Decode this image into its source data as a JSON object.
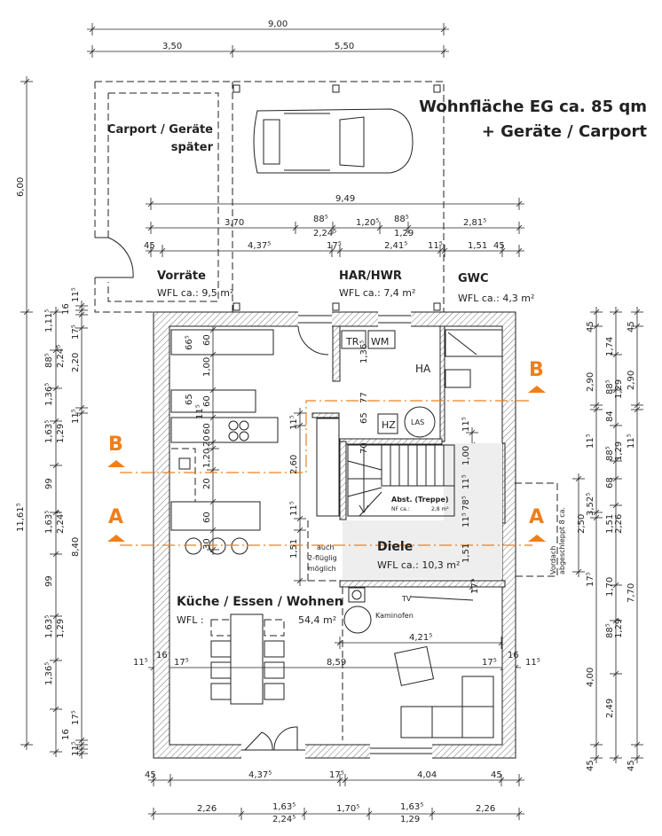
{
  "title": {
    "line1": "Wohnfläche EG ca. 85 qm",
    "line2": "+ Geräte / Carport"
  },
  "rooms": {
    "carport": {
      "name1": "Carport / Geräte",
      "name2": "später"
    },
    "vorraete": {
      "name": "Vorräte",
      "area": "WFL ca.: 9,5 m²"
    },
    "har": {
      "name": "HAR/HWR",
      "area": "WFL ca.: 7,4 m²"
    },
    "gwc": {
      "name": "GWC",
      "area": "WFL ca.: 4,3 m²"
    },
    "diele": {
      "name": "Diele",
      "area": "WFL ca.: 10,3 m²"
    },
    "kueche": {
      "name": "Küche / Essen / Wohnen",
      "wfl": "WFL :",
      "area": "54,4 m²"
    },
    "abst": {
      "name": "Abst. (Treppe)",
      "nf": "NF ca.:",
      "area": "2,8 m²"
    }
  },
  "labels": {
    "tr": "TR",
    "wm": "WM",
    "ha": "HA",
    "hz": "HZ",
    "las": "LAS",
    "tv": "TV",
    "kaminofen": "Kaminofen",
    "door_note": [
      "auch",
      "2-flüglig",
      "möglich"
    ],
    "vordach": [
      "Vordach",
      "abgeschleppt 8 ca."
    ]
  },
  "sections": {
    "a": "A",
    "b": "B",
    "color": "#f07f1a"
  },
  "dims": {
    "top": [
      "9,00",
      "3,50",
      "5,50"
    ],
    "row1": [
      "9,49"
    ],
    "row2": [
      "3,70",
      "88⁵",
      "2,24⁵",
      "1,20⁵",
      "88⁵",
      "1,29",
      "2,81⁵"
    ],
    "row3": [
      "45",
      "4,37⁵",
      "17⁵",
      "2,41⁵",
      "11⁵",
      "1,51",
      "45"
    ],
    "bottom1": [
      "45",
      "4,37⁵",
      "17⁵",
      "4,04",
      "45"
    ],
    "bottom2": [
      "2,26",
      "1,63⁵",
      "2,24⁵",
      "1,70⁵",
      "1,63⁵",
      "1,29",
      "2,26"
    ],
    "left_outer": [
      "6,00",
      "11,61⁵"
    ],
    "left_mid": [
      "1,11⁵",
      "88⁵",
      "2,24⁵",
      "1,36⁵",
      "1,63⁵",
      "1,29",
      "99",
      "1,63⁵",
      "2,24⁵",
      "99",
      "1,63⁵",
      "1,29",
      "1,36⁵"
    ],
    "left_inner": [
      "11⁵",
      "16",
      "17⁵",
      "2,20",
      "11⁵",
      "8,40",
      "17⁵",
      "16",
      "11⁵"
    ],
    "right1": [
      "45",
      "2,90",
      "11⁵",
      "3,52⁵",
      "17⁵",
      "4,00",
      "45"
    ],
    "right2": [
      "1,74",
      "88⁵",
      "1,29",
      "84",
      "88⁵",
      "1,29",
      "68",
      "1,51",
      "2,26",
      "1,70",
      "88⁵",
      "1,29",
      "2,49"
    ],
    "right3": [
      "45",
      "2,90",
      "11⁵",
      "7,70",
      "45"
    ],
    "vordach": [
      "2,50"
    ],
    "interior": [
      "66⁵",
      "60",
      "1,00",
      "65",
      "60",
      "11⁵",
      "60",
      "20",
      "1,20",
      "20",
      "60",
      "30",
      "11⁵",
      "2,60",
      "11⁵",
      "1,51",
      "1,36⁵",
      "77",
      "65",
      "70",
      "11⁵",
      "1,00",
      "11⁵",
      "78⁵",
      "11⁵",
      "1,51",
      "17⁵",
      "4,21⁵",
      "8,59",
      "11⁵",
      "16",
      "17⁵",
      "17⁵",
      "16",
      "11⁵"
    ]
  }
}
